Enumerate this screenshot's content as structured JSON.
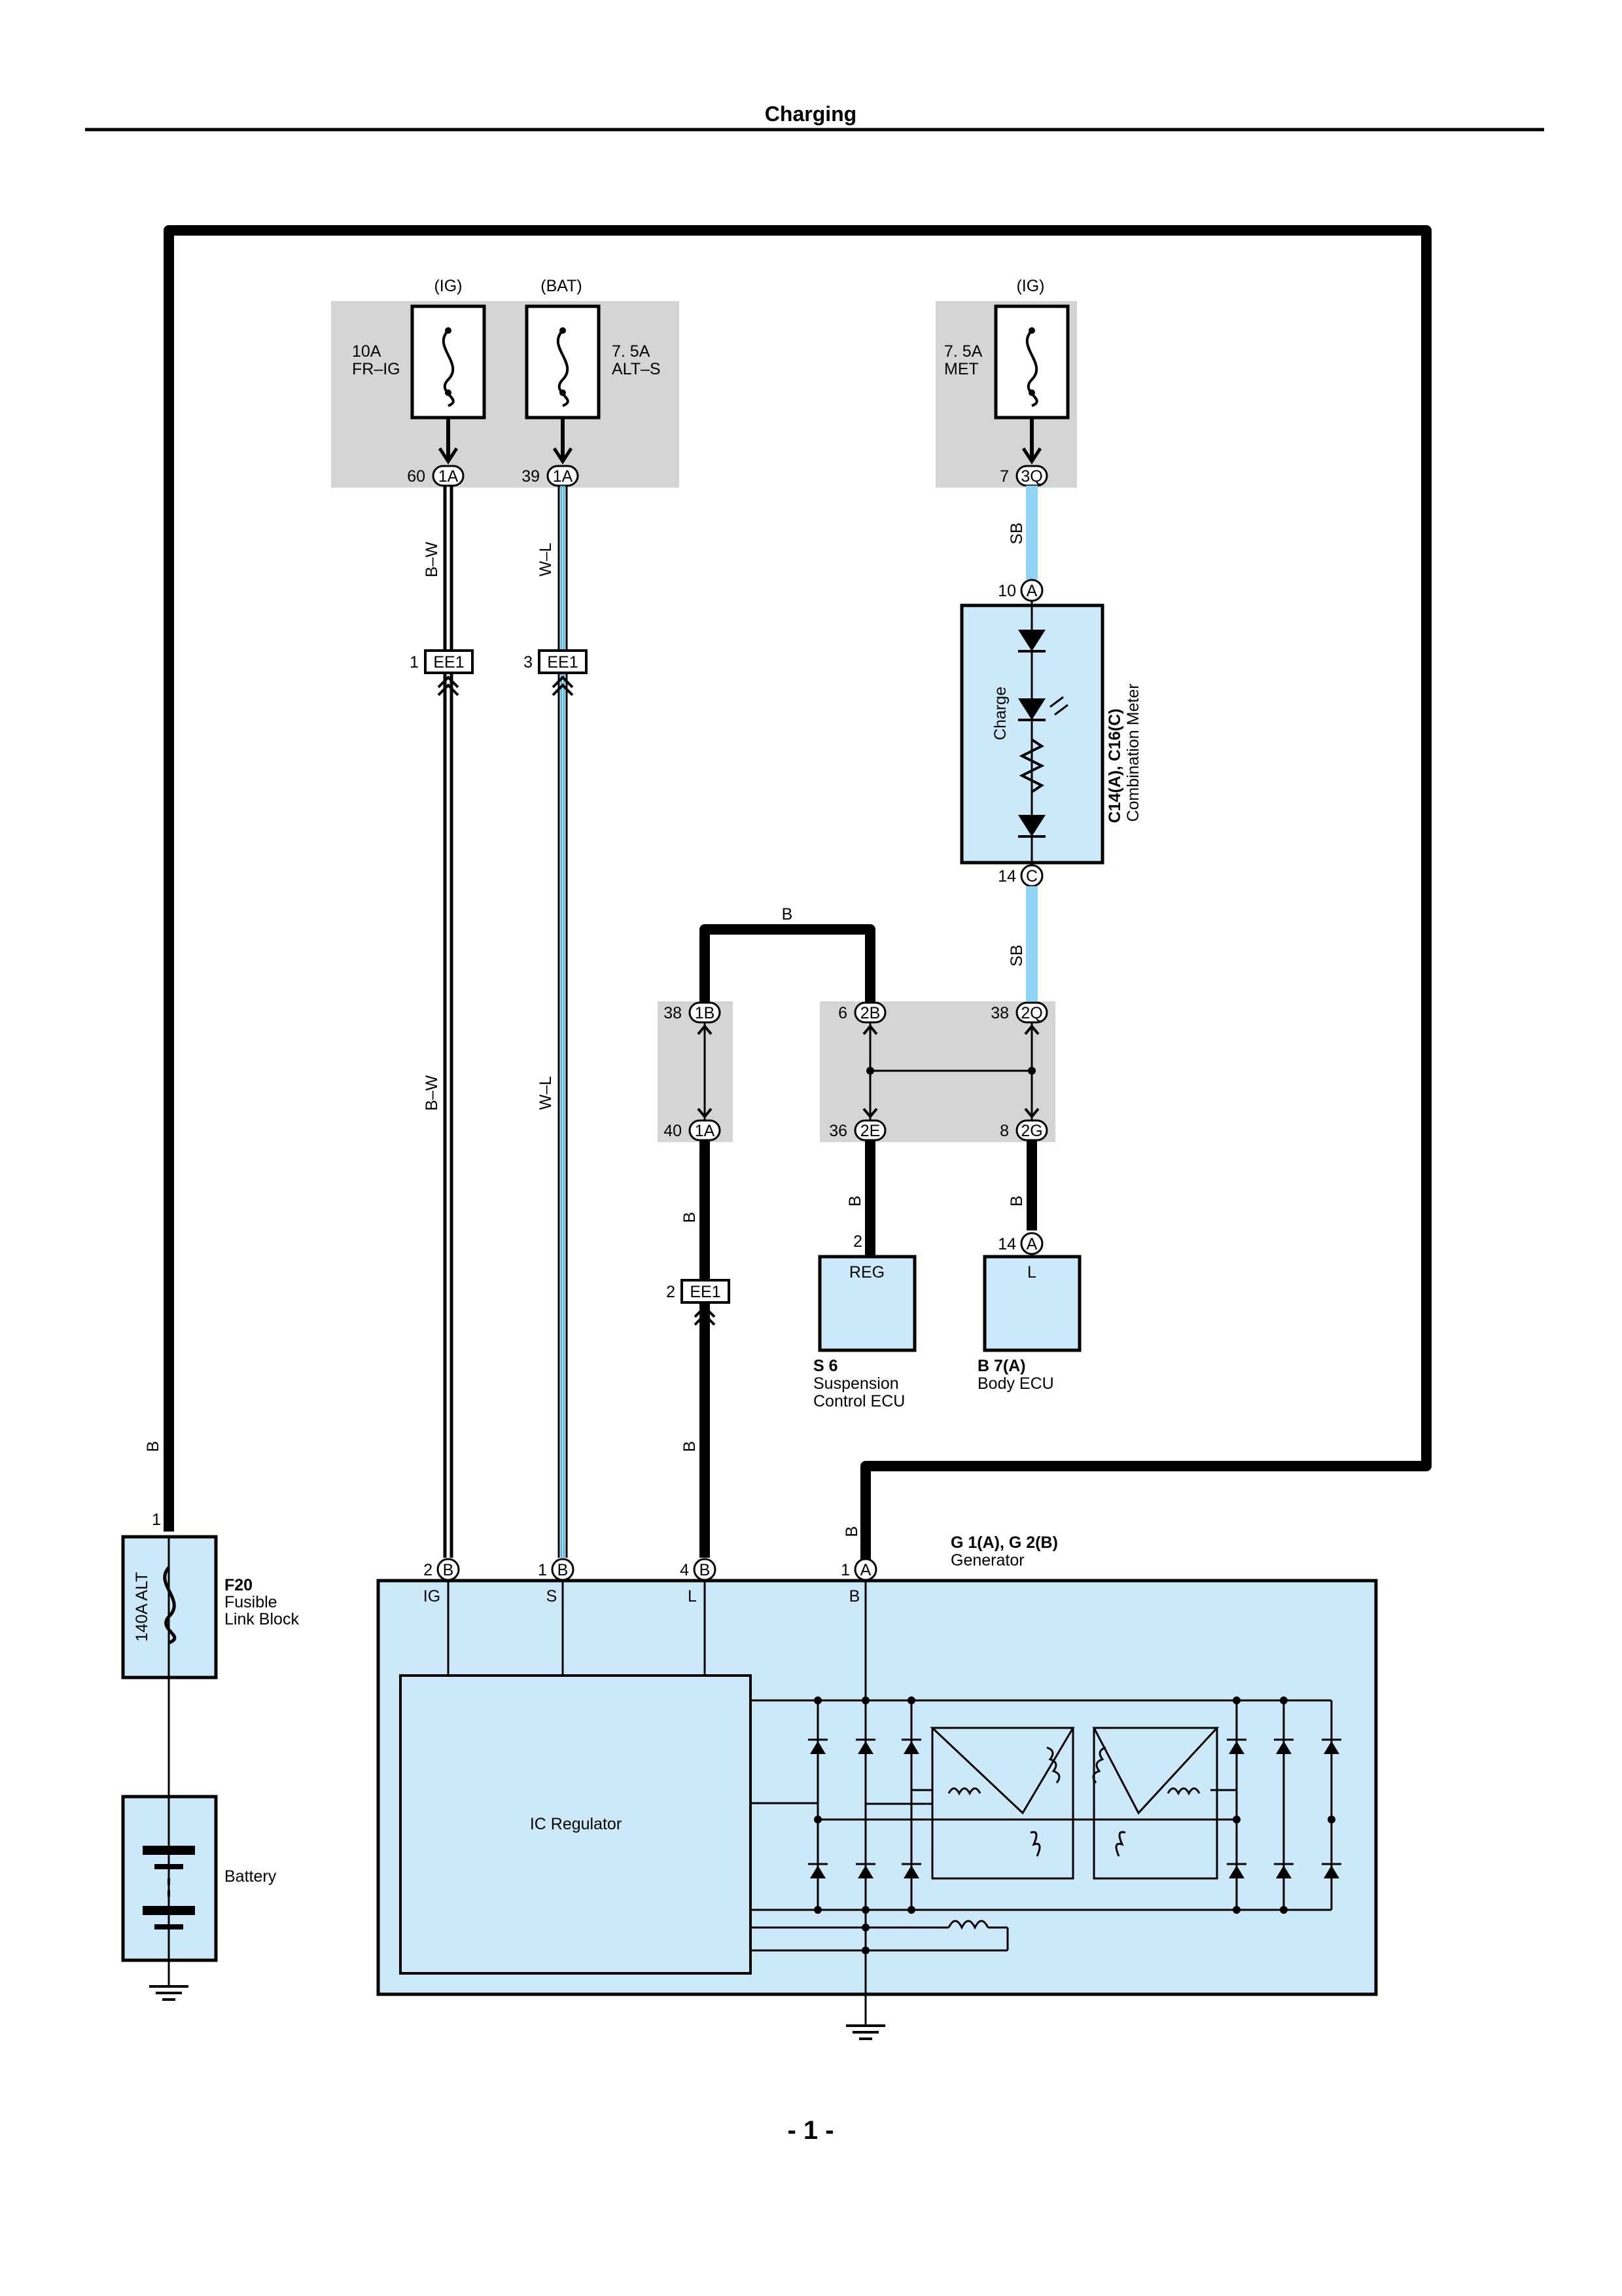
{
  "header": {
    "title": "Charging"
  },
  "footer": {
    "page": "- 1 -"
  },
  "fuses": {
    "ig1": {
      "label": "(IG)",
      "amp": "10A",
      "name": "FR–IG"
    },
    "bat": {
      "label": "(BAT)",
      "amp": "7. 5A",
      "name": "ALT–S"
    },
    "ig2": {
      "label": "(IG)",
      "amp": "7. 5A",
      "name": "MET"
    }
  },
  "connectors": {
    "c60": {
      "pin": "60",
      "id": "1A"
    },
    "c39": {
      "pin": "39",
      "id": "1A"
    },
    "c7": {
      "pin": "7",
      "id": "3Q"
    },
    "c10": {
      "pin": "10",
      "id": "A"
    },
    "c14c": {
      "pin": "14",
      "id": "C"
    },
    "ee1a": {
      "pin": "1",
      "id": "EE1"
    },
    "ee1b": {
      "pin": "3",
      "id": "EE1"
    },
    "ee1c": {
      "pin": "2",
      "id": "EE1"
    },
    "c38a": {
      "pin": "38",
      "id": "1B"
    },
    "c40": {
      "pin": "40",
      "id": "1A"
    },
    "c6": {
      "pin": "6",
      "id": "2B"
    },
    "c38b": {
      "pin": "38",
      "id": "2Q"
    },
    "c36": {
      "pin": "36",
      "id": "2E"
    },
    "c8": {
      "pin": "8",
      "id": "2G"
    },
    "c2reg": {
      "pin": "2",
      "id": ""
    },
    "c14a": {
      "pin": "14",
      "id": "A"
    },
    "g2": {
      "pin": "2",
      "id": "B"
    },
    "g1s": {
      "pin": "1",
      "id": "B"
    },
    "g4": {
      "pin": "4",
      "id": "B"
    },
    "g1a": {
      "pin": "1",
      "id": "A"
    },
    "f1": {
      "pin": "1"
    }
  },
  "wires": {
    "bw1": "B–W",
    "bw2": "B–W",
    "wl1": "W–L",
    "wl2": "W–L",
    "sb1": "SB",
    "sb2": "SB",
    "b_top": "B",
    "b_l1": "B",
    "b_l2": "B",
    "b_reg": "B",
    "b_body": "B",
    "b_left": "B",
    "b_gen": "B"
  },
  "meter": {
    "lamp": "Charge",
    "code": "C14(A), C16(C)",
    "name": "Combination Meter"
  },
  "suspension": {
    "terminal": "REG",
    "code": "S 6",
    "name1": "Suspension",
    "name2": "Control ECU"
  },
  "body_ecu": {
    "terminal": "L",
    "code": "B 7(A)",
    "name": "Body ECU"
  },
  "fusible": {
    "code": "F20",
    "name1": "Fusible",
    "name2": "Link Block",
    "rating": "140A ALT"
  },
  "battery": {
    "name": "Battery"
  },
  "generator": {
    "code": "G 1(A), G 2(B)",
    "name": "Generator",
    "terminals": [
      "IG",
      "S",
      "L",
      "B"
    ],
    "regulator": "IC Regulator"
  },
  "colors": {
    "light_blue": "#cbe9f8",
    "sb_wire": "#8fd4f2",
    "relay_gray": "#d4d5d7",
    "wl_wire": "#56b8e0"
  }
}
